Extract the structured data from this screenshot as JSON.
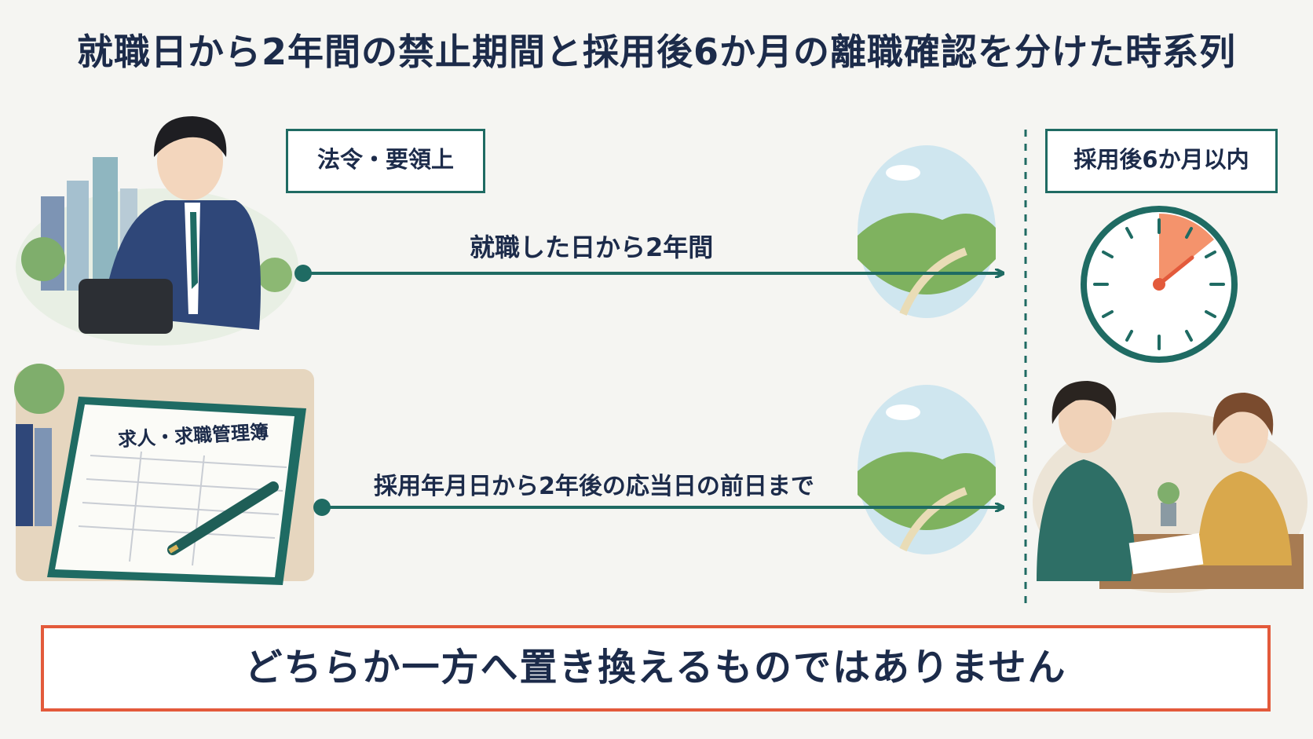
{
  "title": "就職日から2年間の禁止期間と採用後6か月の離職確認を分けた時系列",
  "labels": {
    "law": "法令・要領上",
    "six_months": "採用後6か月以内"
  },
  "arrows": {
    "top_text": "就職した日から2年間",
    "bottom_text": "採用年月日から2年後の応当日の前日まで"
  },
  "ledger_label": "求人・求職管理簿",
  "note": "どちらか一方へ置き換えるものではありません",
  "colors": {
    "title": "#1c2b4a",
    "teal": "#1f6b63",
    "accent_orange": "#e35a3b",
    "clock_fill": "#f4936c"
  },
  "icons": [
    "businessman-illustration",
    "landscape-icon",
    "clock-icon",
    "ledger-illustration",
    "pen-icon",
    "interview-illustration"
  ]
}
